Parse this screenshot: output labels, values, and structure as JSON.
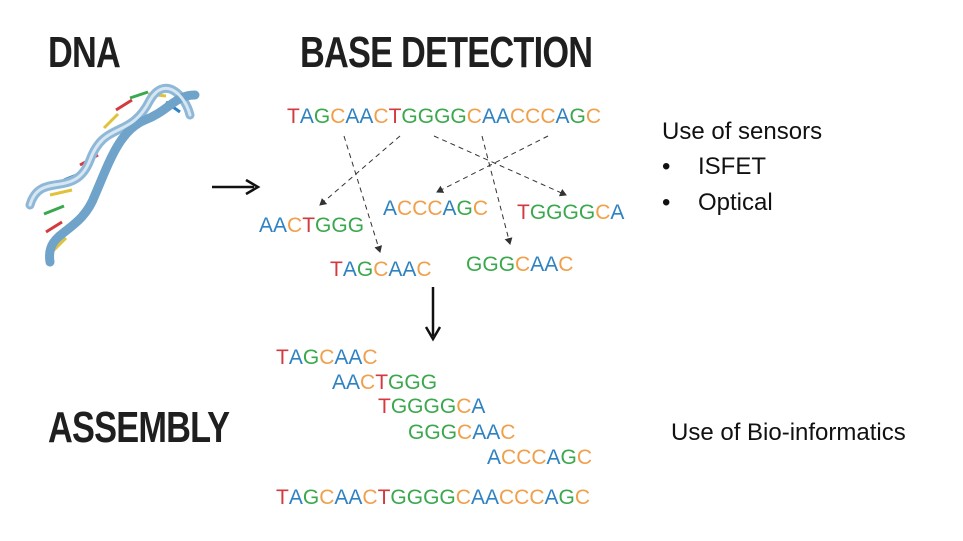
{
  "headings": {
    "dna": "DNA",
    "base_detection": "BASE DETECTION",
    "assembly": "ASSEMBLY"
  },
  "colors": {
    "T": "#d23a3f",
    "A": "#2f82c2",
    "G": "#3aa84d",
    "C": "#f0a04b"
  },
  "sequences": {
    "original": "TAGCAACTGGGGCAACCCAGC",
    "fragments": [
      "AACTGGG",
      "ACCCAGC",
      "TGGGGCA",
      "TAGCAAC",
      "GGGCAAC"
    ],
    "assembly_reads": [
      "TAGCAAC",
      "AACTGGG",
      "TGGGGCA",
      "GGGCAAC",
      "ACCCAGC"
    ],
    "assembled": "TAGCAACTGGGGCAACCCAGC"
  },
  "sensors": {
    "title": "Use of sensors",
    "items": [
      "ISFET",
      "Optical"
    ]
  },
  "bioinformatics": "Use of Bio-informatics",
  "icons": {
    "dna_helix": "dna-helix-icon",
    "right_arrow": "right-arrow-icon",
    "down_arrow": "down-arrow-icon"
  }
}
